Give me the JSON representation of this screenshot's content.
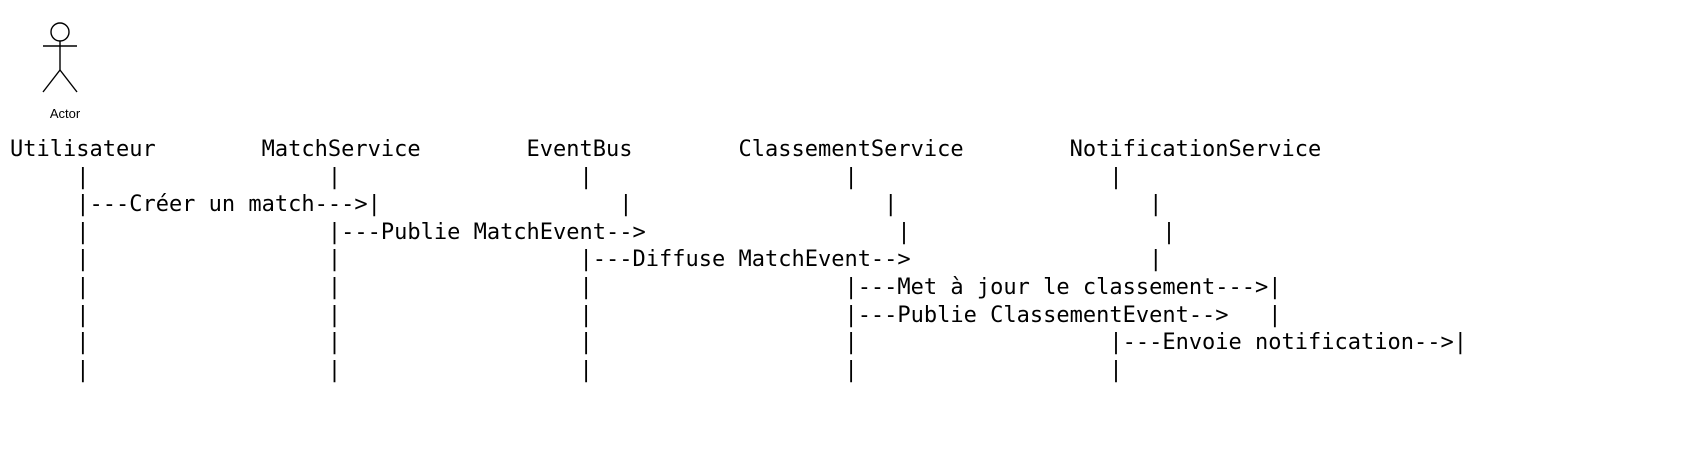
{
  "actor": {
    "label": "Actor",
    "icon": "stick-figure-icon"
  },
  "diagram": {
    "lines": [
      "Utilisateur        MatchService        EventBus        ClassementService        NotificationService",
      "     |                  |                  |                   |                   |",
      "     |---Créer un match--->|                  |                   |                   |",
      "     |                  |---Publie MatchEvent-->                   |                   |",
      "     |                  |                  |---Diffuse MatchEvent-->                  |",
      "     |                  |                  |                   |---Met à jour le classement--->|",
      "     |                  |                  |                   |---Publie ClassementEvent-->   |",
      "     |                  |                  |                   |                   |---Envoie notification-->|",
      "     |                  |                  |                   |                   |"
    ]
  }
}
